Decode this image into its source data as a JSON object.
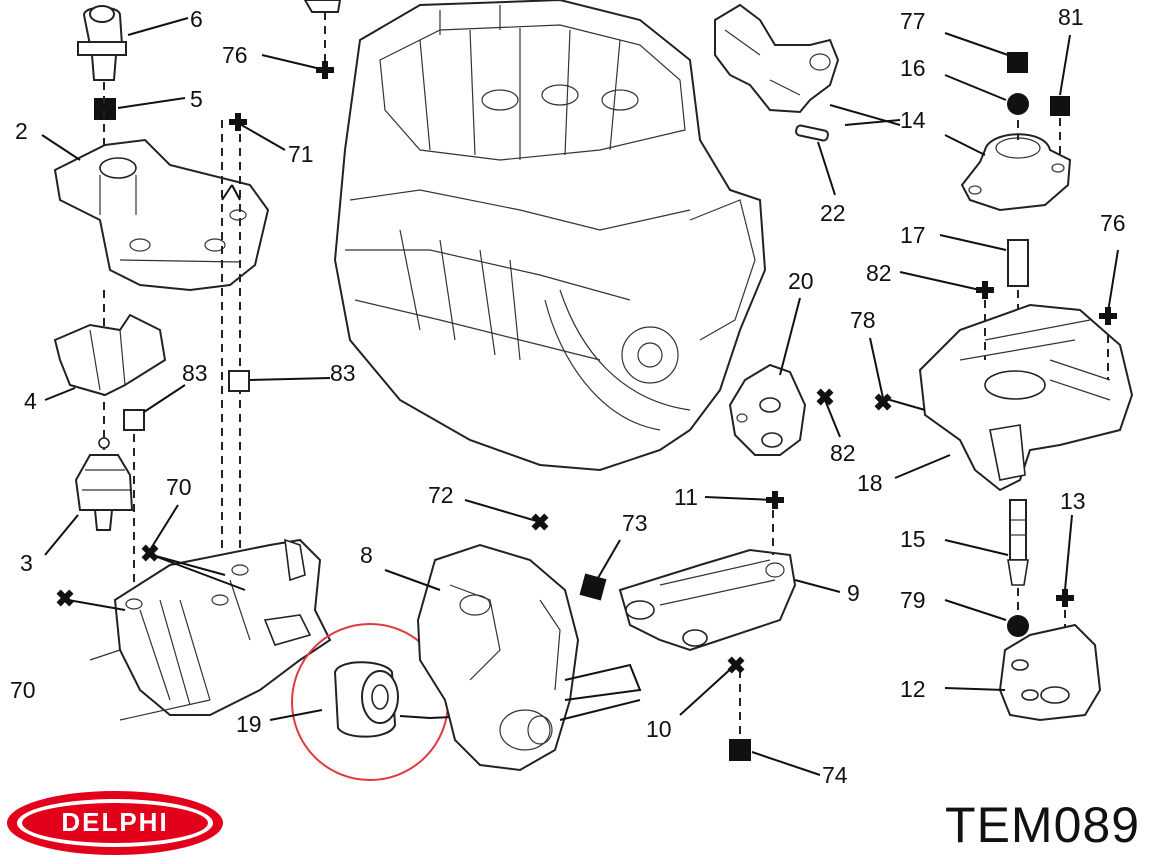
{
  "brand": {
    "name": "DELPHI",
    "color": "#e3001b"
  },
  "part_number": "TEM089",
  "callouts": [
    "6",
    "76",
    "5",
    "2",
    "71",
    "4",
    "83",
    "83",
    "3",
    "70",
    "70",
    "19",
    "8",
    "72",
    "73",
    "11",
    "9",
    "10",
    "74",
    "77",
    "81",
    "16",
    "14",
    "22",
    "17",
    "82",
    "76",
    "78",
    "20",
    "82",
    "18",
    "15",
    "13",
    "79",
    "12"
  ],
  "highlight_color": "#e0393e"
}
